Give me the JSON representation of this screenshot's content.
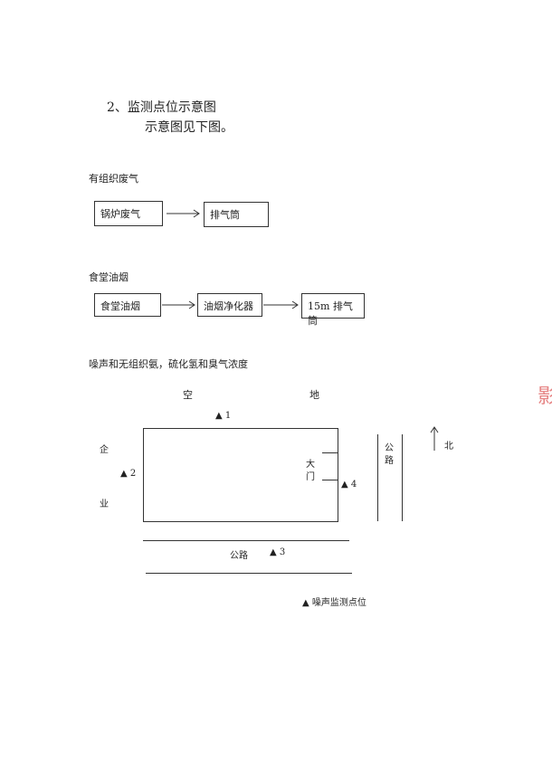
{
  "heading": {
    "title": "2、监测点位示意图",
    "subtitle": "示意图见下图。"
  },
  "organized_gas": {
    "label": "有组织废气",
    "source_box": "锅炉废气",
    "target_box": "排气筒"
  },
  "canteen": {
    "label": "食堂油烟",
    "box1": "食堂油烟",
    "box2": "油烟净化器",
    "box3": "15m 排气筒"
  },
  "noise_section": {
    "label": "噪声和无组织氨，硫化氢和臭气浓度"
  },
  "site_map": {
    "top_left_label": "空",
    "top_right_label": "地",
    "left_label_1": "企",
    "left_label_2": "业",
    "gate_1": "大",
    "gate_2": "门",
    "road_right_1": "公",
    "road_right_2": "路",
    "north_label": "北",
    "road_bottom": "公路",
    "point_1": "▲ 1",
    "point_2": "▲ 2",
    "point_3": "▲ 3",
    "point_4": "▲ 4",
    "legend": "▲ 噪声监测点位"
  },
  "stamp_text": "影"
}
